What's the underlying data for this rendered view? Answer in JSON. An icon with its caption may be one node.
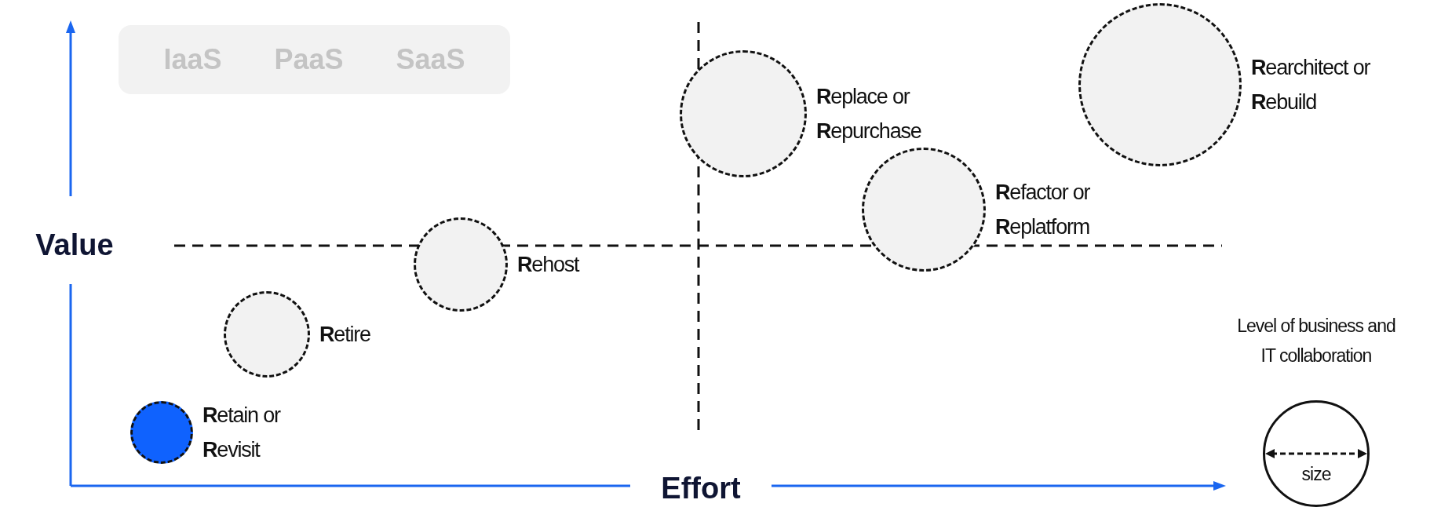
{
  "diagram": {
    "nodes": [
      {
        "text": [
          "IaaS",
          "PaaS",
          "SaaS"
        ]
      },
      {
        "text": [],
        "shape": "circle",
        "beside": [
          "**R**etain or **R**evisit"
        ]
      },
      {
        "text": [],
        "shape": "circle",
        "beside": [
          "**R**etire"
        ]
      },
      {
        "text": [],
        "shape": "circle",
        "beside": [
          "**R**ehost"
        ]
      },
      {
        "text": [],
        "shape": "circle",
        "beside": [
          "**R**eplace or **R**epurchase"
        ]
      },
      {
        "text": [],
        "shape": "circle",
        "beside": [
          "**R**efactor or **R**eplatform"
        ]
      },
      {
        "text": [],
        "shape": "circle",
        "beside": [
          "**R**earchitect or **R**ebuild"
        ]
      },
      {
        "text": [
          "size"
        ],
        "beside": [
          "Level of business and IT collaboration"
        ]
      }
    ],
    "edges": [],
    "labels": [
      "Value",
      "Effort"
    ]
  }
}
